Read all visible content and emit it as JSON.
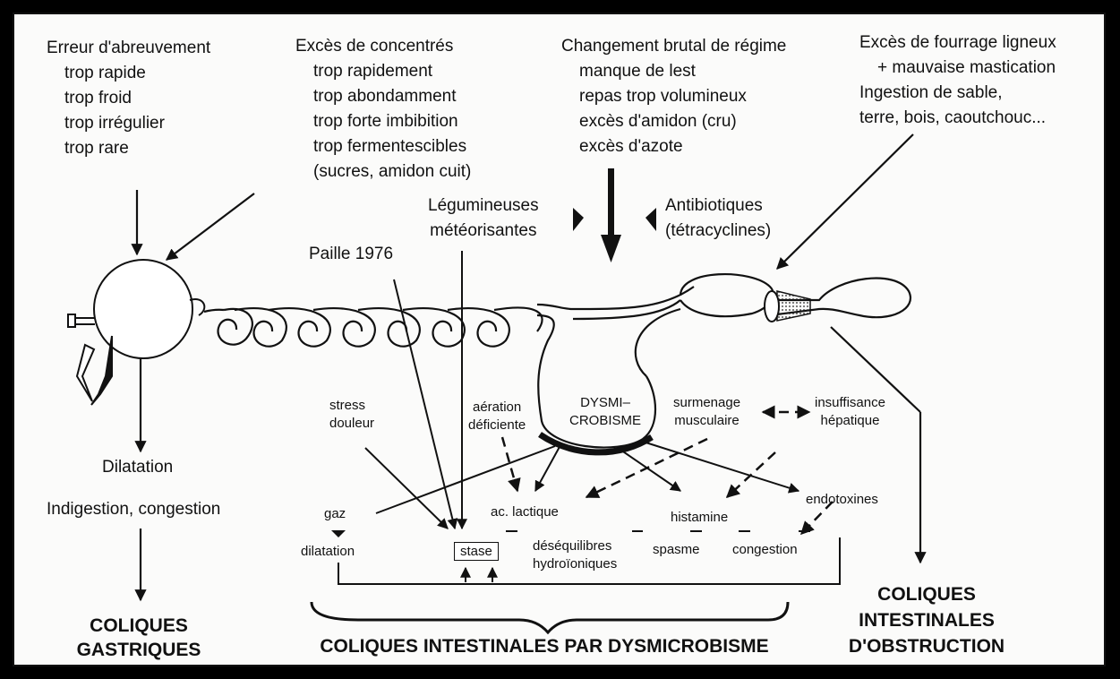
{
  "causes": {
    "abreuvement": {
      "title": "Erreur d'abreuvement",
      "items": [
        "trop rapide",
        "trop froid",
        "trop irrégulier",
        "trop rare"
      ]
    },
    "concentres": {
      "title": "Excès de concentrés",
      "items": [
        "trop rapidement",
        "trop abondamment",
        "trop forte imbibition",
        "trop fermentescibles",
        "(sucres, amidon cuit)"
      ]
    },
    "regime": {
      "title": "Changement brutal de régime",
      "items": [
        "manque de lest",
        "repas trop volumineux",
        "excès d'amidon (cru)",
        "excès d'azote"
      ]
    },
    "fourrage": {
      "line1": "Excès de fourrage ligneux",
      "line2": "+ mauvaise mastication",
      "line3": "Ingestion de sable,",
      "line4": "terre, bois, caoutchouc..."
    }
  },
  "legumineuses": {
    "line1": "Légumineuses",
    "line2": "météorisantes"
  },
  "antibiotiques": {
    "line1": "Antibiotiques",
    "line2": "(tétracyclines)"
  },
  "paille": "Paille 1976",
  "gastric": {
    "dilatation": "Dilatation",
    "indigestion": "Indigestion, congestion",
    "result_line1": "COLIQUES",
    "result_line2": "GASTRIQUES"
  },
  "mechanisms": {
    "stress": {
      "line1": "stress",
      "line2": "douleur"
    },
    "aeration": {
      "line1": "aération",
      "line2": "déficiente"
    },
    "dysmi": {
      "line1": "DYSMI–",
      "line2": "CROBISME"
    },
    "surmenage": {
      "line1": "surmenage",
      "line2": "musculaire"
    },
    "insuffisance": {
      "line1": "insuffisance",
      "line2": "hépatique"
    }
  },
  "effects": {
    "gaz": "gaz",
    "dilatation": "dilatation",
    "stase": "stase",
    "lactique": "ac. lactique",
    "deseq1": "déséquilibres",
    "deseq2": "hydroïoniques",
    "histamine": "histamine",
    "spasme": "spasme",
    "congestion": "congestion",
    "endotoxines": "endotoxines"
  },
  "results": {
    "dysmicrobisme": "COLIQUES INTESTINALES PAR DYSMICROBISME",
    "obstruction": {
      "line1": "COLIQUES",
      "line2": "INTESTINALES",
      "line3": "D'OBSTRUCTION"
    }
  }
}
